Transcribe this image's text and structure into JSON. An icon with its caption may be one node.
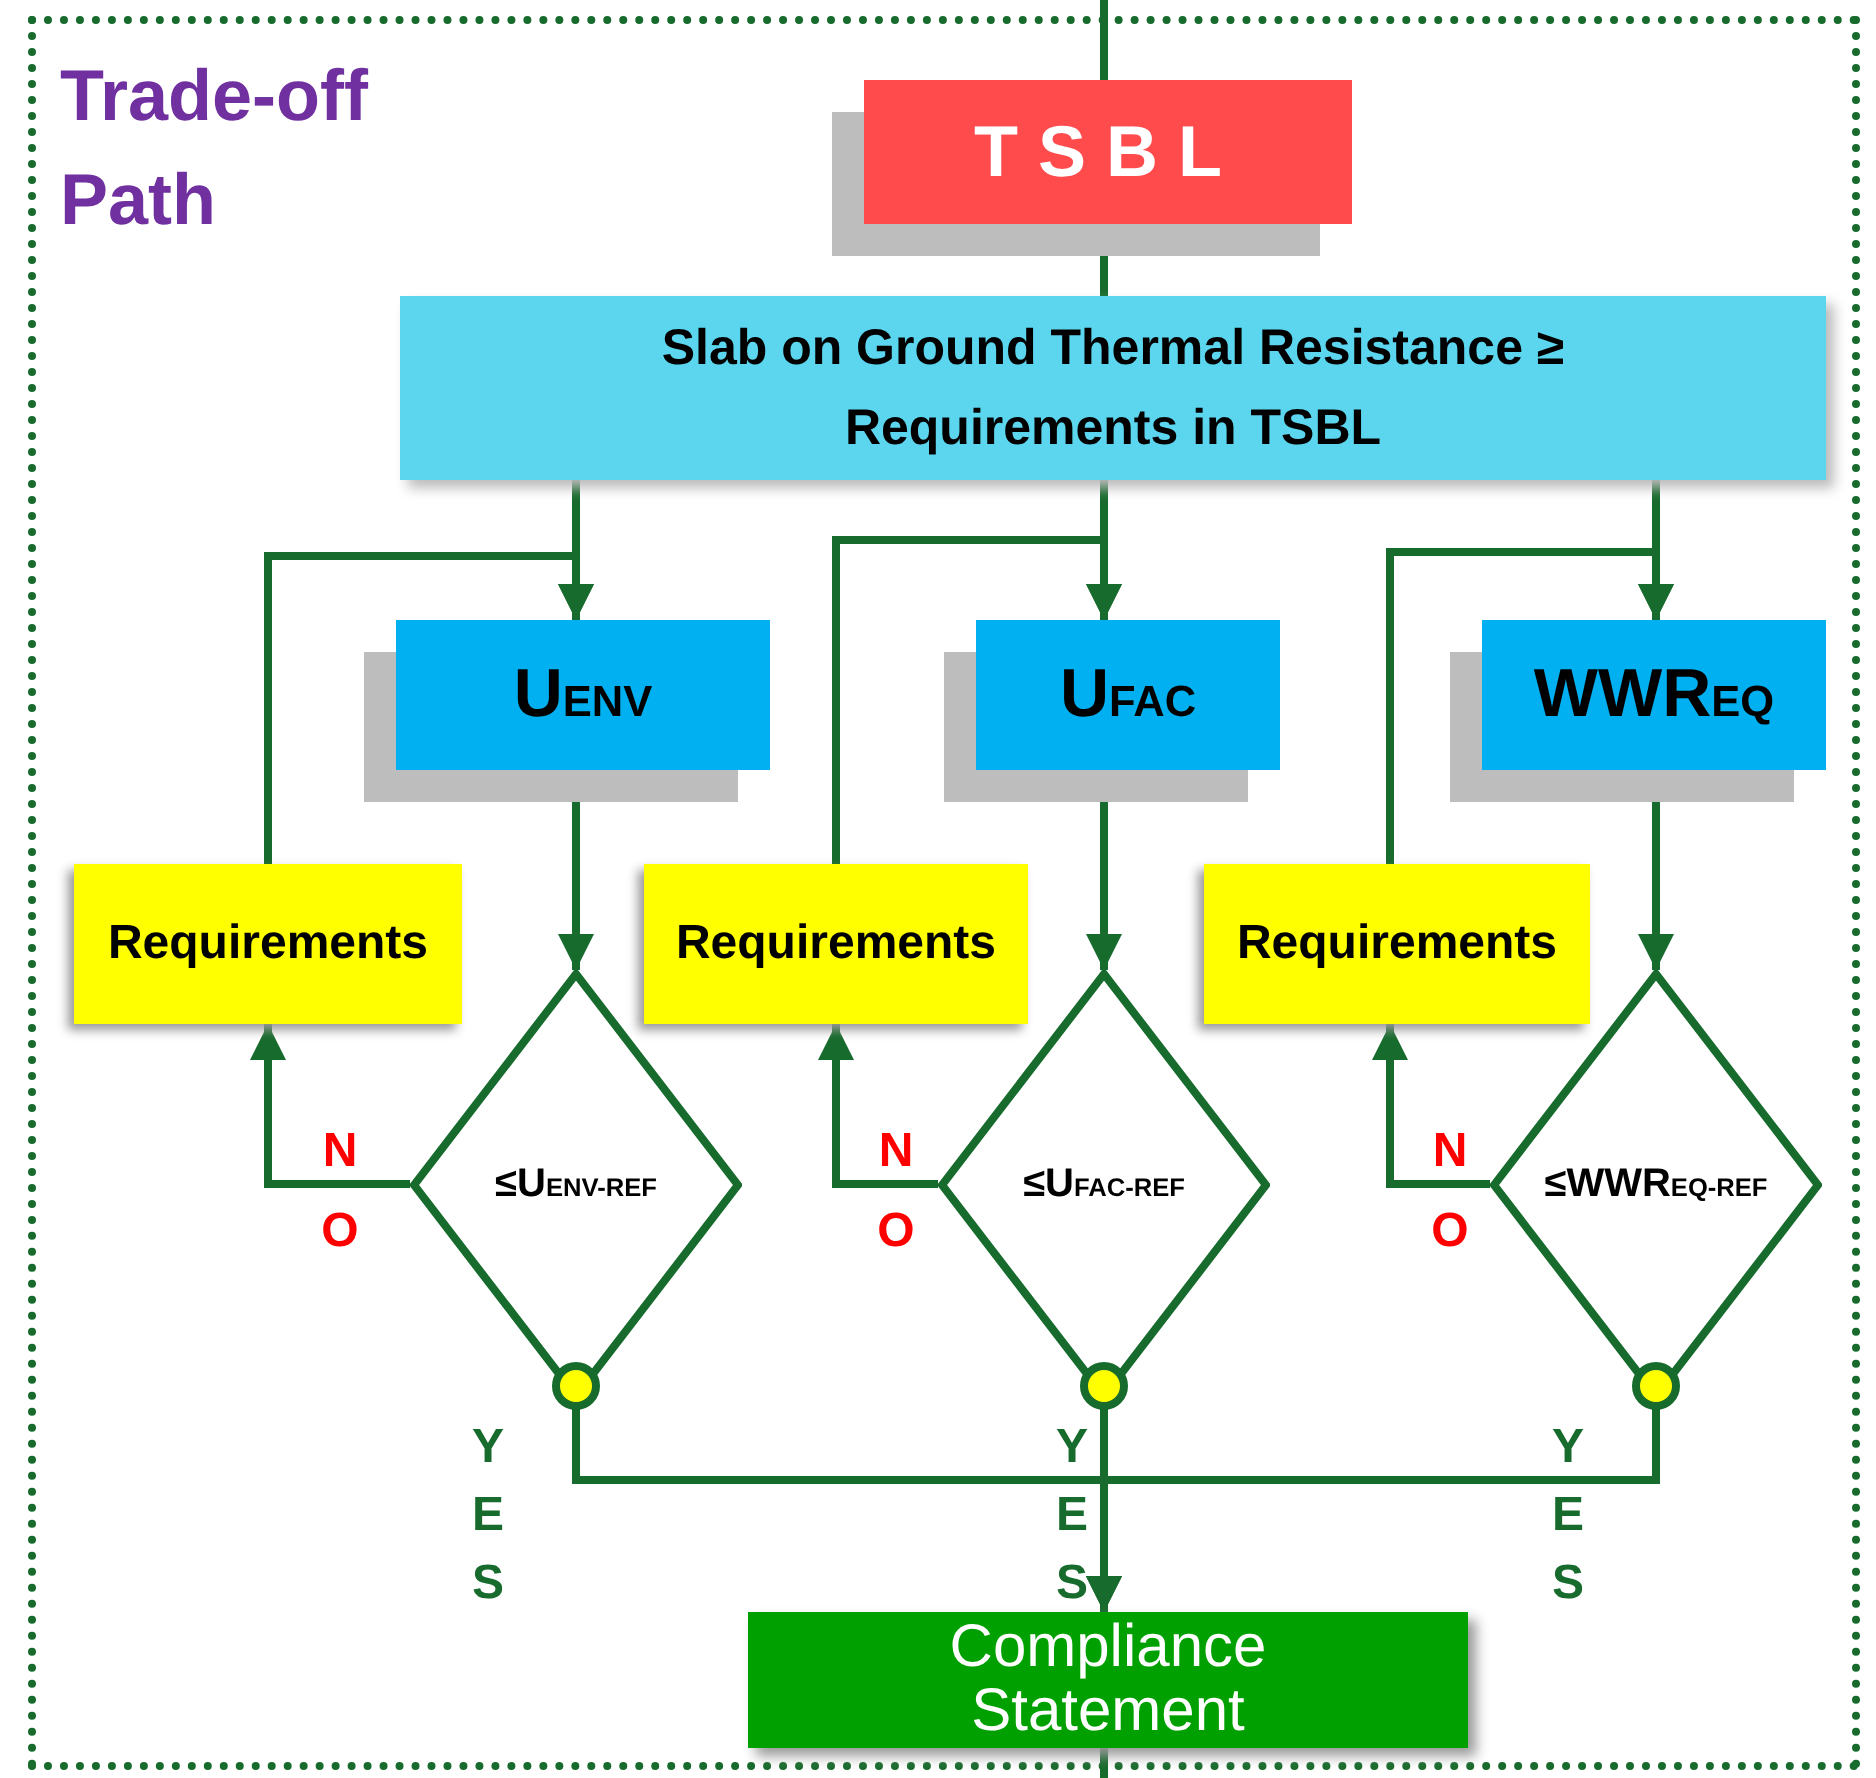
{
  "diagram": {
    "nodes": [
      {
        "text": [
          "Trade-off Path"
        ]
      },
      {
        "text": [
          "TSBL"
        ],
        "in": 0
      },
      {
        "text": [
          "Slab on Ground Thermal Resistance ≥ Requirements in TSBL"
        ],
        "in": 0
      },
      {
        "text": [
          "U$_{ENV}$"
        ],
        "in": 0
      },
      {
        "text": [
          "U$_{FAC}$"
        ],
        "in": 0
      },
      {
        "text": [
          "WWR$_{EQ}$"
        ],
        "in": 0
      },
      {
        "text": [
          "Requirements"
        ],
        "in": 0
      },
      {
        "text": [
          "Requirements"
        ],
        "in": 0
      },
      {
        "text": [
          "Requirements"
        ],
        "in": 0
      },
      {
        "text": [
          "≤U$_{ENV-REF}$"
        ],
        "in": 0
      },
      {
        "text": [
          "≤U$_{FAC-REF}$"
        ],
        "in": 0
      },
      {
        "text": [
          "≤WWR$_{EQ-REF}$"
        ],
        "in": 0
      },
      {
        "text": [
          "Compliance Statement"
        ],
        "in": 0
      }
    ],
    "edges": [
      {
        "from": null,
        "to": 1,
        "arrow": "none"
      },
      {
        "from": 1,
        "to": 2,
        "arrow": "none"
      },
      {
        "from": 2,
        "to": 3,
        "arrow": "to"
      },
      {
        "from": 2,
        "to": 4,
        "arrow": "to"
      },
      {
        "from": 2,
        "to": 5,
        "arrow": "to"
      },
      {
        "from": 3,
        "to": 9,
        "arrow": "to"
      },
      {
        "from": 4,
        "to": 10,
        "arrow": "to"
      },
      {
        "from": 5,
        "to": 11,
        "arrow": "to"
      },
      {
        "from": 9,
        "to": 6,
        "arrow": "to",
        "label": "NO"
      },
      {
        "from": 10,
        "to": 7,
        "arrow": "to",
        "label": "NO"
      },
      {
        "from": 11,
        "to": 8,
        "arrow": "to",
        "label": "NO"
      },
      {
        "from": 6,
        "to": 3,
        "arrow": "to"
      },
      {
        "from": 7,
        "to": 4,
        "arrow": "to"
      },
      {
        "from": 8,
        "to": 5,
        "arrow": "to"
      },
      {
        "from": 9,
        "to": 12,
        "arrow": "to",
        "label": "YES"
      },
      {
        "from": 10,
        "to": 12,
        "arrow": "to",
        "label": "YES"
      },
      {
        "from": 11,
        "to": 12,
        "arrow": "to",
        "label": "YES"
      },
      {
        "from": 12,
        "to": null,
        "arrow": "none"
      }
    ]
  }
}
